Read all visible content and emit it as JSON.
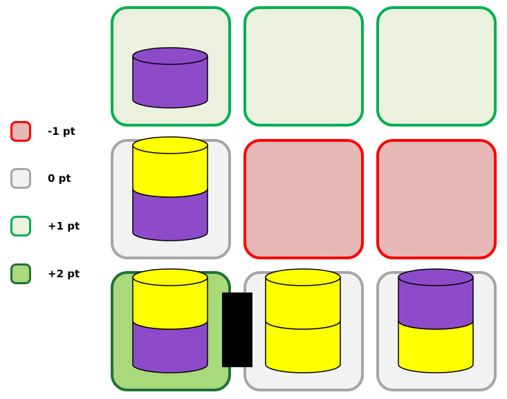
{
  "colors": {
    "purple": "#8e4bc9",
    "yellow": "#ffff00",
    "outline": "#000000",
    "barrier": "#000000"
  },
  "legend": [
    {
      "label": "-1 pt",
      "fill": "#e6b8b7",
      "border": "#ff0000"
    },
    {
      "label": "0 pt",
      "fill": "#f2f2f2",
      "border": "#a6a6a6"
    },
    {
      "label": "+1 pt",
      "fill": "#ebf1de",
      "border": "#00b050"
    },
    {
      "label": "+2 pt",
      "fill": "#a9d97a",
      "border": "#1e7237"
    }
  ],
  "cells": [
    {
      "row": 0,
      "col": 0,
      "score": "+1 pt",
      "stack": [
        "purple"
      ]
    },
    {
      "row": 0,
      "col": 1,
      "score": "+1 pt",
      "stack": []
    },
    {
      "row": 0,
      "col": 2,
      "score": "+1 pt",
      "stack": []
    },
    {
      "row": 1,
      "col": 0,
      "score": "0 pt",
      "stack": [
        "purple",
        "yellow"
      ]
    },
    {
      "row": 1,
      "col": 1,
      "score": "-1 pt",
      "stack": []
    },
    {
      "row": 1,
      "col": 2,
      "score": "-1 pt",
      "stack": []
    },
    {
      "row": 2,
      "col": 0,
      "score": "+2 pt",
      "stack": [
        "purple",
        "yellow"
      ]
    },
    {
      "row": 2,
      "col": 1,
      "score": "0 pt",
      "stack": [
        "yellow",
        "yellow"
      ]
    },
    {
      "row": 2,
      "col": 2,
      "score": "0 pt",
      "stack": [
        "yellow",
        "purple"
      ]
    }
  ],
  "barriers": [
    {
      "row": 2,
      "between": [
        0,
        1
      ]
    }
  ]
}
